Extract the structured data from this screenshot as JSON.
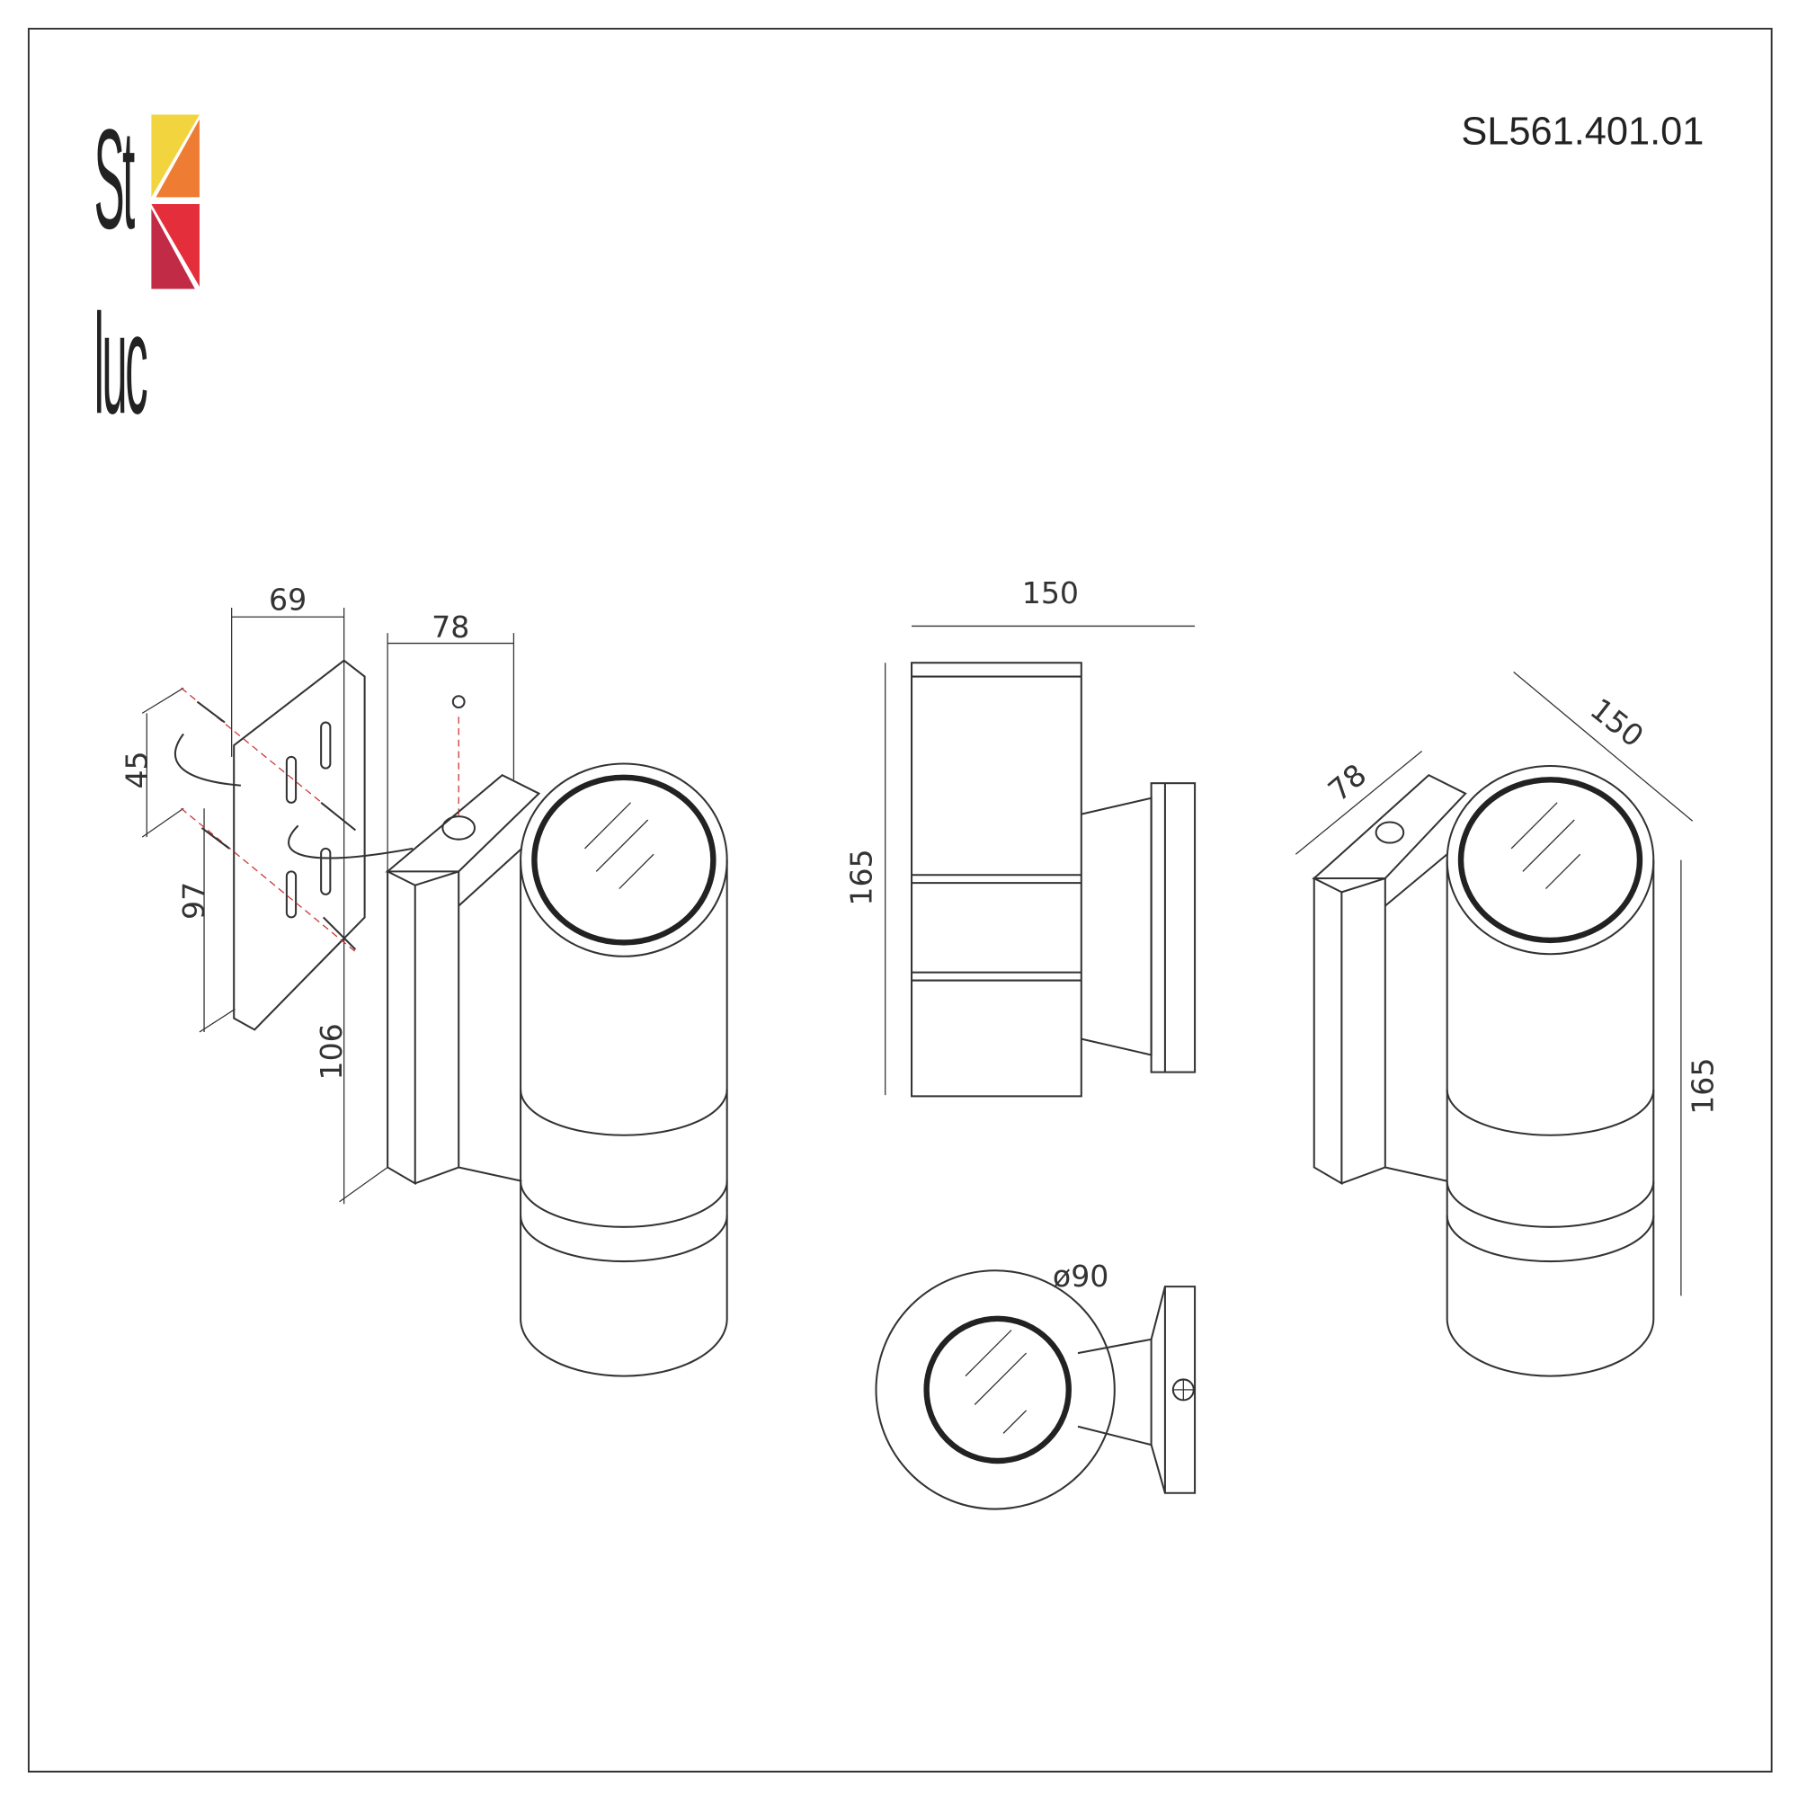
{
  "brand": {
    "name": "St luce",
    "colors": {
      "yellow": "#f2d43f",
      "orange": "#ee7d33",
      "red": "#e52e3b",
      "crimson": "#c12b45"
    }
  },
  "model": "SL561.401.01",
  "dimensions": {
    "bracket_width": "69",
    "depth_mount": "78",
    "hole_spacing": "45",
    "bracket_height": "97",
    "mount_height": "106",
    "side_width": "150",
    "side_height": "165",
    "diameter": "ø90",
    "iso_depth": "78",
    "iso_width": "150",
    "iso_height": "165"
  }
}
